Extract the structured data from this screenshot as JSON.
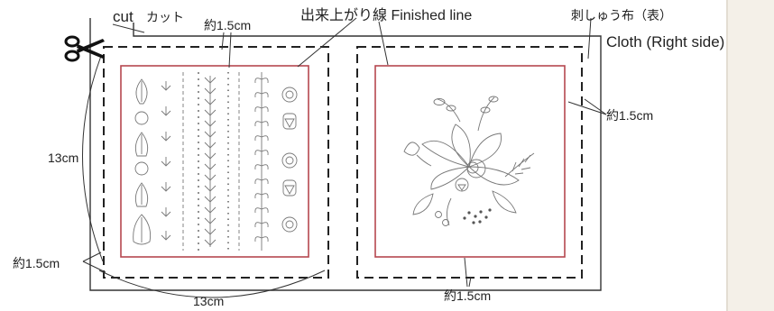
{
  "labels": {
    "cut": "cut",
    "cut_jp": "カット",
    "top_margin": "約1.5cm",
    "finished_line": "出来上がり線 Finished line",
    "cloth_jp": "刺しゅう布（表）",
    "cloth_en": "Cloth (Right side)",
    "right_margin": "約1.5cm",
    "height": "13cm",
    "bottom_left_margin": "約1.5cm",
    "width": "13cm",
    "bottom_margin": "約1.5cm"
  },
  "colors": {
    "finished_line": "#b5474f",
    "cut_line": "#222222",
    "cloth_outline": "#222222",
    "sketch": "#777777",
    "page_edge": "#f1ece4"
  },
  "icons": {
    "scissors": "scissors-icon"
  }
}
